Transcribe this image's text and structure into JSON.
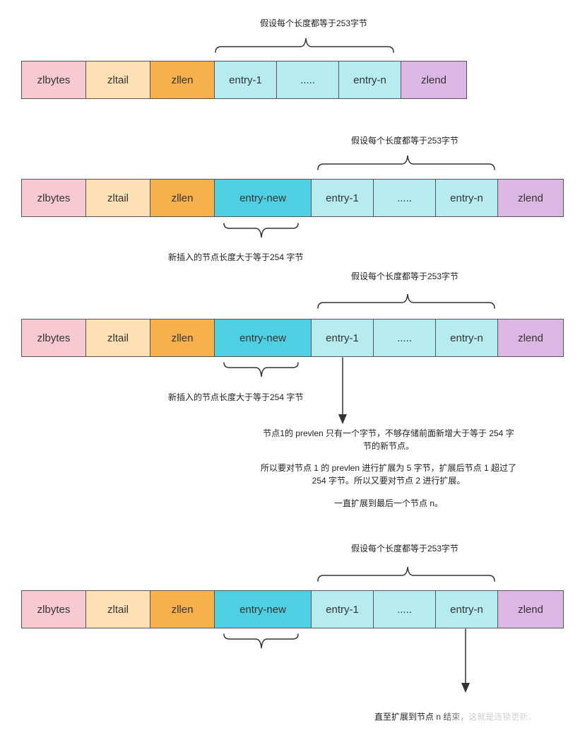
{
  "brace_label": "假设每个长度都等于253字节",
  "new_label": "新插入的节点长度大于等于254 字节",
  "diagrams": [
    {
      "cells": [
        {
          "label": "zlbytes",
          "kind": "zlbytes"
        },
        {
          "label": "zltail",
          "kind": "zltail"
        },
        {
          "label": "zllen",
          "kind": "zllen"
        },
        {
          "label": "entry-1",
          "kind": "entry"
        },
        {
          "label": ".....",
          "kind": "entry"
        },
        {
          "label": "entry-n",
          "kind": "entry"
        },
        {
          "label": "zlend",
          "kind": "zlend"
        }
      ]
    },
    {
      "cells": [
        {
          "label": "zlbytes",
          "kind": "zlbytes"
        },
        {
          "label": "zltail",
          "kind": "zltail"
        },
        {
          "label": "zllen",
          "kind": "zllen"
        },
        {
          "label": "entry-new",
          "kind": "new"
        },
        {
          "label": "entry-1",
          "kind": "entry"
        },
        {
          "label": ".....",
          "kind": "entry"
        },
        {
          "label": "entry-n",
          "kind": "entry"
        },
        {
          "label": "zlend",
          "kind": "zlend"
        }
      ]
    },
    {
      "cells": [
        {
          "label": "zlbytes",
          "kind": "zlbytes"
        },
        {
          "label": "zltail",
          "kind": "zltail"
        },
        {
          "label": "zllen",
          "kind": "zllen"
        },
        {
          "label": "entry-new",
          "kind": "new"
        },
        {
          "label": "entry-1",
          "kind": "entry"
        },
        {
          "label": ".....",
          "kind": "entry"
        },
        {
          "label": "entry-n",
          "kind": "entry"
        },
        {
          "label": "zlend",
          "kind": "zlend"
        }
      ]
    },
    {
      "cells": [
        {
          "label": "zlbytes",
          "kind": "zlbytes"
        },
        {
          "label": "zltail",
          "kind": "zltail"
        },
        {
          "label": "zllen",
          "kind": "zllen"
        },
        {
          "label": "entry-new",
          "kind": "new"
        },
        {
          "label": "entry-1",
          "kind": "entry"
        },
        {
          "label": ".....",
          "kind": "entry"
        },
        {
          "label": "entry-n",
          "kind": "entry"
        },
        {
          "label": "zlend",
          "kind": "zlend"
        }
      ]
    }
  ],
  "explanation": {
    "line1": "节点1的 prevlen 只有一个字节，不够存储前面新增大于等于 254 字",
    "line2": "节的新节点。",
    "line3": "所以要对节点 1 的 prevlen 进行扩展为 5 字节，扩展后节点 1 超过了",
    "line4": "254 字节。所以又要对节点 2 进行扩展。",
    "line5": "一直扩展到最后一个节点 n。"
  },
  "final_note": "直至扩展到节点 n 结束，这就是连锁更新。"
}
